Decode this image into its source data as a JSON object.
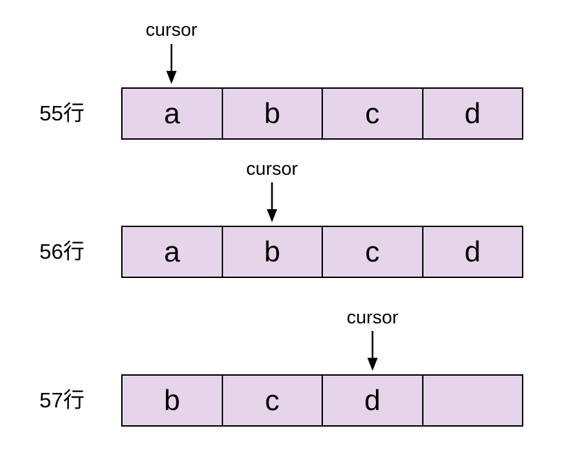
{
  "diagram": {
    "title_semantics": "cursor position over array cells across lines",
    "cursor_label": "cursor",
    "colors": {
      "cell_fill": "#e6d5ea",
      "cell_border": "#000000",
      "text": "#000000",
      "background": "#ffffff"
    },
    "rows": [
      {
        "label": "55行",
        "cells": [
          "a",
          "b",
          "c",
          "d"
        ],
        "cursor_index": 0
      },
      {
        "label": "56行",
        "cells": [
          "a",
          "b",
          "c",
          "d"
        ],
        "cursor_index": 1
      },
      {
        "label": "57行",
        "cells": [
          "b",
          "c",
          "d",
          ""
        ],
        "cursor_index": 2
      }
    ]
  }
}
